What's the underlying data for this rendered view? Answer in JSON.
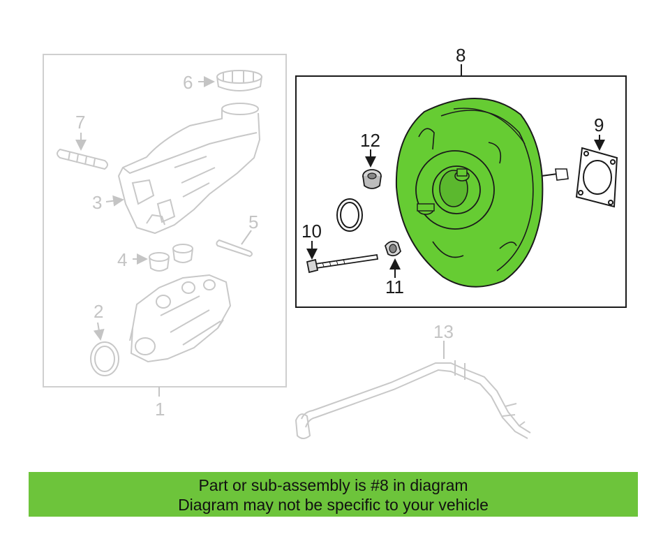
{
  "diagram": {
    "callouts": {
      "c1": "1",
      "c2": "2",
      "c3": "3",
      "c4": "4",
      "c5": "5",
      "c6": "6",
      "c7": "7",
      "c8": "8",
      "c9": "9",
      "c10": "10",
      "c11": "11",
      "c12": "12",
      "c13": "13"
    },
    "highlight_part": "8",
    "colors": {
      "highlight_fill": "#66cc33",
      "active_outline": "#1a1a1a",
      "faded_outline": "#c8c8c8",
      "banner_background": "#6dc43b"
    }
  },
  "banner": {
    "line1": "Part or sub-assembly is #8 in diagram",
    "line2": "Diagram may not be specific to your vehicle"
  }
}
